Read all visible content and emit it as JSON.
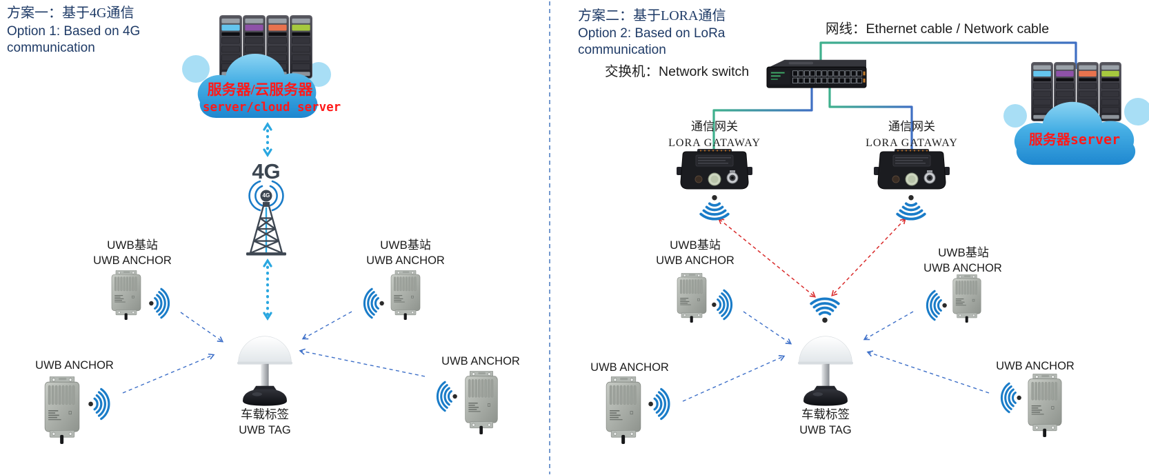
{
  "colors": {
    "title_text": "#1e3a66",
    "red_label": "#ff1a1a",
    "cyan_dotted_arrow": "#2aa7e0",
    "blue_dashed_arrow": "#3d6fc8",
    "red_dashed_arrow": "#d92b2b",
    "cable_green": "#3fb08d",
    "cable_blue": "#3f6fc3",
    "divider_blue": "#4f7ec2",
    "signal_wave_blue": "#1a7cc8",
    "rack_stripes": [
      "#64c5ee",
      "#8e52a8",
      "#e8734e",
      "#a6c93e"
    ]
  },
  "icons": {
    "cloud_server": "cloud-server-icon",
    "tower": "4g-tower-icon",
    "signal": "signal-waves-icon",
    "wifi": "wifi-icon",
    "switch": "network-switch-icon",
    "gateway": "lora-gateway-icon",
    "tag": "uwb-tag-icon"
  },
  "option1": {
    "title_zh": "方案一：基于4G通信",
    "title_en1": "Option 1: Based on 4G",
    "title_en2": "communication",
    "cloud_label_zh": "服务器/云服务器",
    "cloud_label_en": "server/cloud server",
    "tower_label": "4G",
    "tower_badge": "4G",
    "anchor_tl": {
      "zh": "UWB基站",
      "en": "UWB ANCHOR"
    },
    "anchor_tr": {
      "zh": "UWB基站",
      "en": "UWB ANCHOR"
    },
    "anchor_bl": {
      "en": "UWB ANCHOR"
    },
    "anchor_br": {
      "en": "UWB ANCHOR"
    },
    "tag": {
      "zh": "车载标签",
      "en": "UWB TAG"
    }
  },
  "option2": {
    "title_zh": "方案二：基于LORA通信",
    "title_en1": "Option 2: Based on LoRa",
    "title_en2": "communication",
    "cable_label_zh": "网线：",
    "cable_label_en": "Ethernet cable / Network cable",
    "switch_label_zh": "交换机：",
    "switch_label_en": "Network switch",
    "gateway_left": {
      "zh": "通信网关",
      "en": "LORA GATAWAY"
    },
    "gateway_right": {
      "zh": "通信网关",
      "en": "LORA GATAWAY"
    },
    "cloud_label": "服务器server",
    "anchor_tl": {
      "zh": "UWB基站",
      "en": "UWB ANCHOR"
    },
    "anchor_tr": {
      "zh": "UWB基站",
      "en": "UWB ANCHOR"
    },
    "anchor_bl": {
      "en": "UWB ANCHOR"
    },
    "anchor_br": {
      "en": "UWB ANCHOR"
    },
    "tag": {
      "zh": "车载标签",
      "en": "UWB TAG"
    }
  }
}
